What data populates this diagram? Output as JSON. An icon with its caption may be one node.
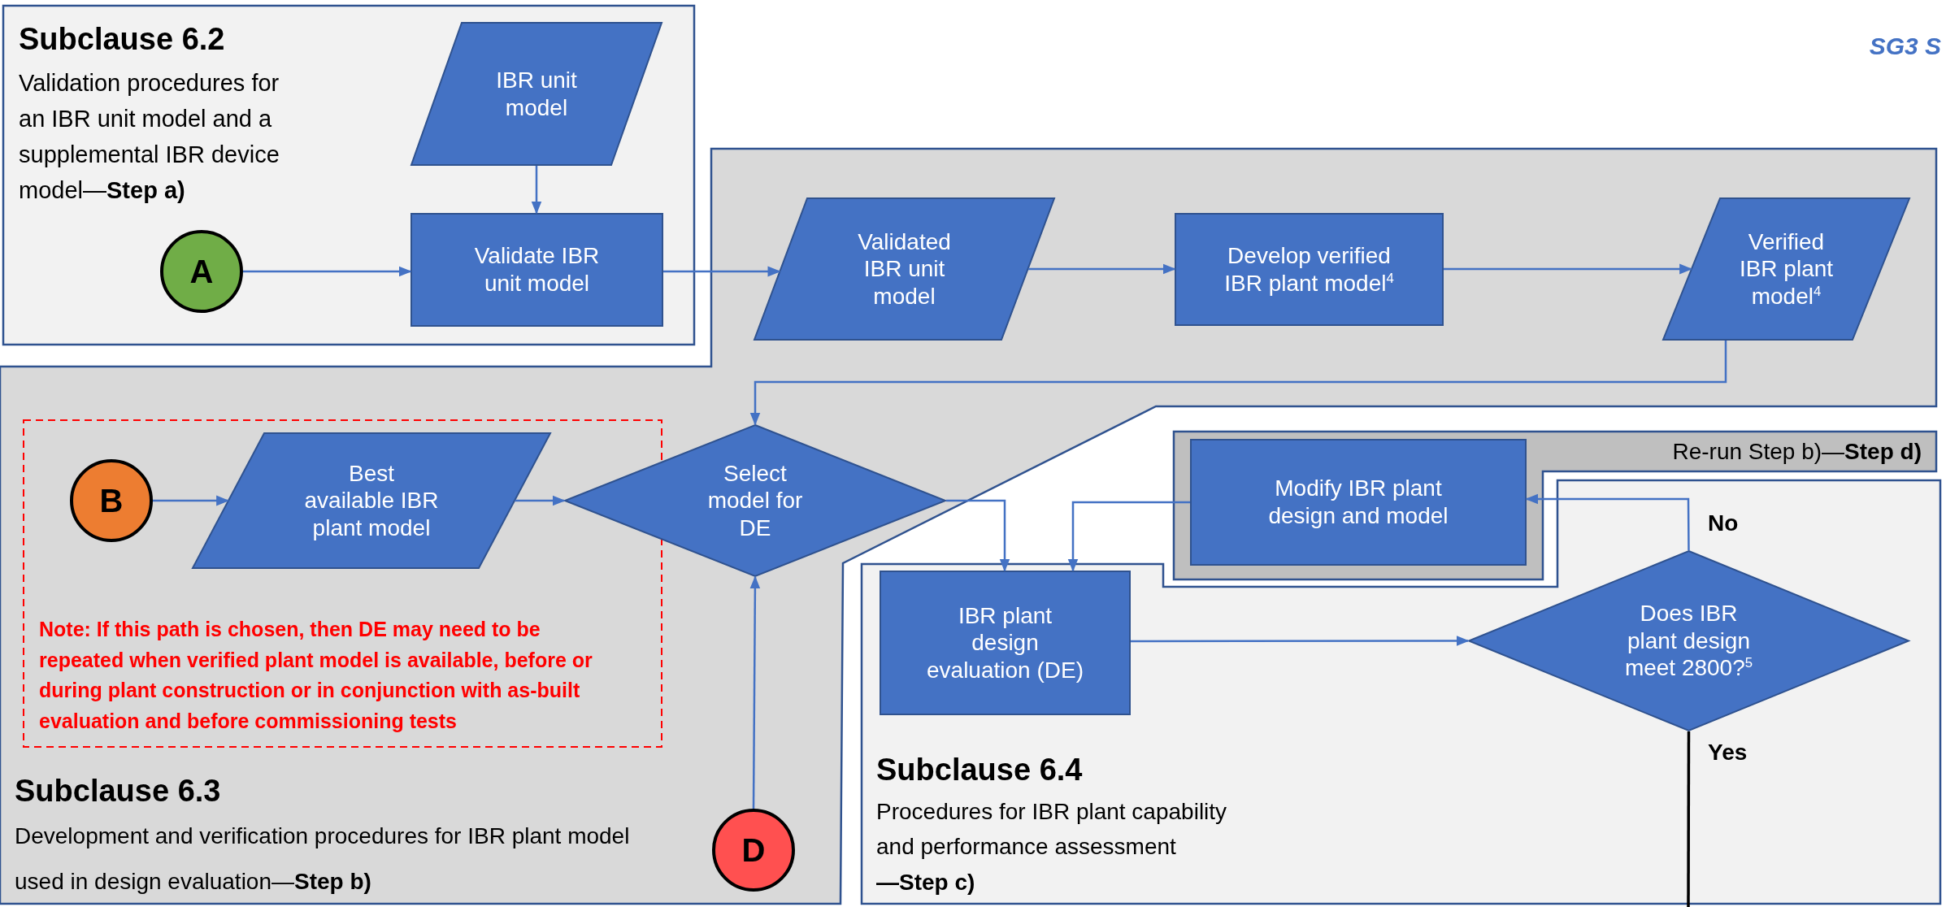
{
  "diagram": {
    "nodes": [
      {
        "text": [
          "Subclause 6.2",
          "Validation procedures for an IBR unit model and a supplemental IBR device model—**Step a)**"
        ]
      },
      {
        "text": [
          "IBR unit model"
        ],
        "in": 0
      },
      {
        "text": [
          "Validate IBR unit model"
        ],
        "in": 0
      },
      {
        "text": [
          "A"
        ],
        "in": 0
      },
      {
        "text": [
          "Subclause 6.3",
          "Development and verification procedures for IBR plant model used in design evaluation—**Step b)**"
        ]
      },
      {
        "text": [
          "Validated IBR unit model"
        ],
        "in": 4
      },
      {
        "text": [
          "Develop verified IBR plant model$^{4}$"
        ],
        "in": 4
      },
      {
        "text": [
          "Verified IBR plant model$^{4}$"
        ],
        "in": 4
      },
      {
        "text": [
          "Note: If this path is chosen, then DE may need to be repeated when verified plant model is available, before or during plant construction or in conjunction with as-built evaluation and before commissioning tests"
        ],
        "in": 4
      },
      {
        "text": [
          "B"
        ],
        "in": 8
      },
      {
        "text": [
          "Best available IBR plant model"
        ],
        "in": 8
      },
      {
        "text": [
          "Select model for DE"
        ],
        "in": 4
      },
      {
        "text": [
          "D"
        ],
        "in": 4
      },
      {
        "text": [
          "Subclause 6.4",
          "Procedures for IBR plant capability and performance assessment **—Step c)**"
        ]
      },
      {
        "text": [
          "Re-run Step b)—**Step d)**"
        ]
      },
      {
        "text": [
          "Modify IBR plant design and model"
        ],
        "in": 14
      },
      {
        "text": [
          "IBR plant design evaluation (DE)"
        ],
        "in": 13
      },
      {
        "text": [
          "Does IBR plant design meet 2800?$^{5}$"
        ],
        "in": 13
      }
    ],
    "edges": [
      {
        "from": 1,
        "to": 2,
        "arrow": "to"
      },
      {
        "from": 3,
        "to": 2,
        "arrow": "to"
      },
      {
        "from": 2,
        "to": 5,
        "arrow": "to"
      },
      {
        "from": 5,
        "to": 6,
        "arrow": "to"
      },
      {
        "from": 6,
        "to": 7,
        "arrow": "to"
      },
      {
        "from": 7,
        "to": 11,
        "arrow": "to"
      },
      {
        "from": 9,
        "to": 10,
        "arrow": "to"
      },
      {
        "from": 10,
        "to": 11,
        "arrow": "to"
      },
      {
        "from": 12,
        "to": 11,
        "arrow": "to"
      },
      {
        "from": 11,
        "to": 16,
        "arrow": "to"
      },
      {
        "from": 15,
        "to": 16,
        "arrow": "to"
      },
      {
        "from": 16,
        "to": 17,
        "arrow": "to"
      },
      {
        "from": 17,
        "to": 15,
        "arrow": "to",
        "label": "No"
      },
      {
        "from": 17,
        "to": null,
        "arrow": "none",
        "label": "Yes",
        "color": "#000000"
      }
    ],
    "labels": [
      "SG3 S"
    ]
  }
}
